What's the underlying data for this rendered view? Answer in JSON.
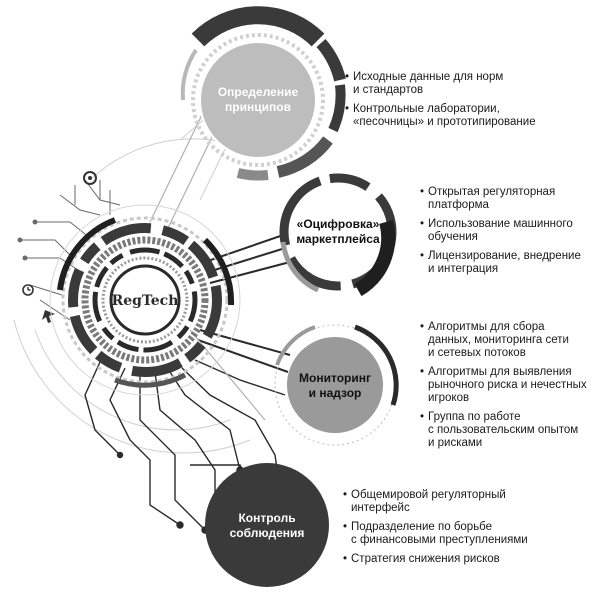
{
  "hub": {
    "label": "RegTech"
  },
  "colors": {
    "dark": "#3a3a3a",
    "mid": "#8a8a8a",
    "light": "#bdbdbd",
    "line": "#9a9a9a"
  },
  "nodes": [
    {
      "id": "principles",
      "title_lines": [
        "Определение",
        "принципов"
      ],
      "bullets": [
        [
          "Исходные данные для норм",
          "и стандартов"
        ],
        [
          "Контрольные лаборатории,",
          "«песочницы» и прототипирование"
        ]
      ]
    },
    {
      "id": "marketplace",
      "title_lines": [
        "«Оцифровка»",
        "маркетплейса"
      ],
      "bullets": [
        [
          "Открытая регуляторная",
          "платформа"
        ],
        [
          "Использование машинного",
          "обучения"
        ],
        [
          "Лицензирование, внедрение",
          "и интеграция"
        ]
      ]
    },
    {
      "id": "monitoring",
      "title_lines": [
        "Мониторинг",
        "и надзор"
      ],
      "bullets": [
        [
          "Алгоритмы для сбора",
          "данных, мониторинга сети",
          "и сетевых потоков"
        ],
        [
          "Алгоритмы для выявления",
          "рыночного риска и нечестных",
          "игроков"
        ],
        [
          "Группа по работе",
          "с пользовательским опытом",
          "и рисками"
        ]
      ]
    },
    {
      "id": "compliance",
      "title_lines": [
        "Контроль",
        "соблюдения"
      ],
      "bullets": [
        [
          "Общемировой регуляторный",
          "интерфейс"
        ],
        [
          "Подразделение по борьбе",
          "с финансовыми преступлениями"
        ],
        [
          "Стратегия снижения рисков"
        ]
      ]
    }
  ]
}
